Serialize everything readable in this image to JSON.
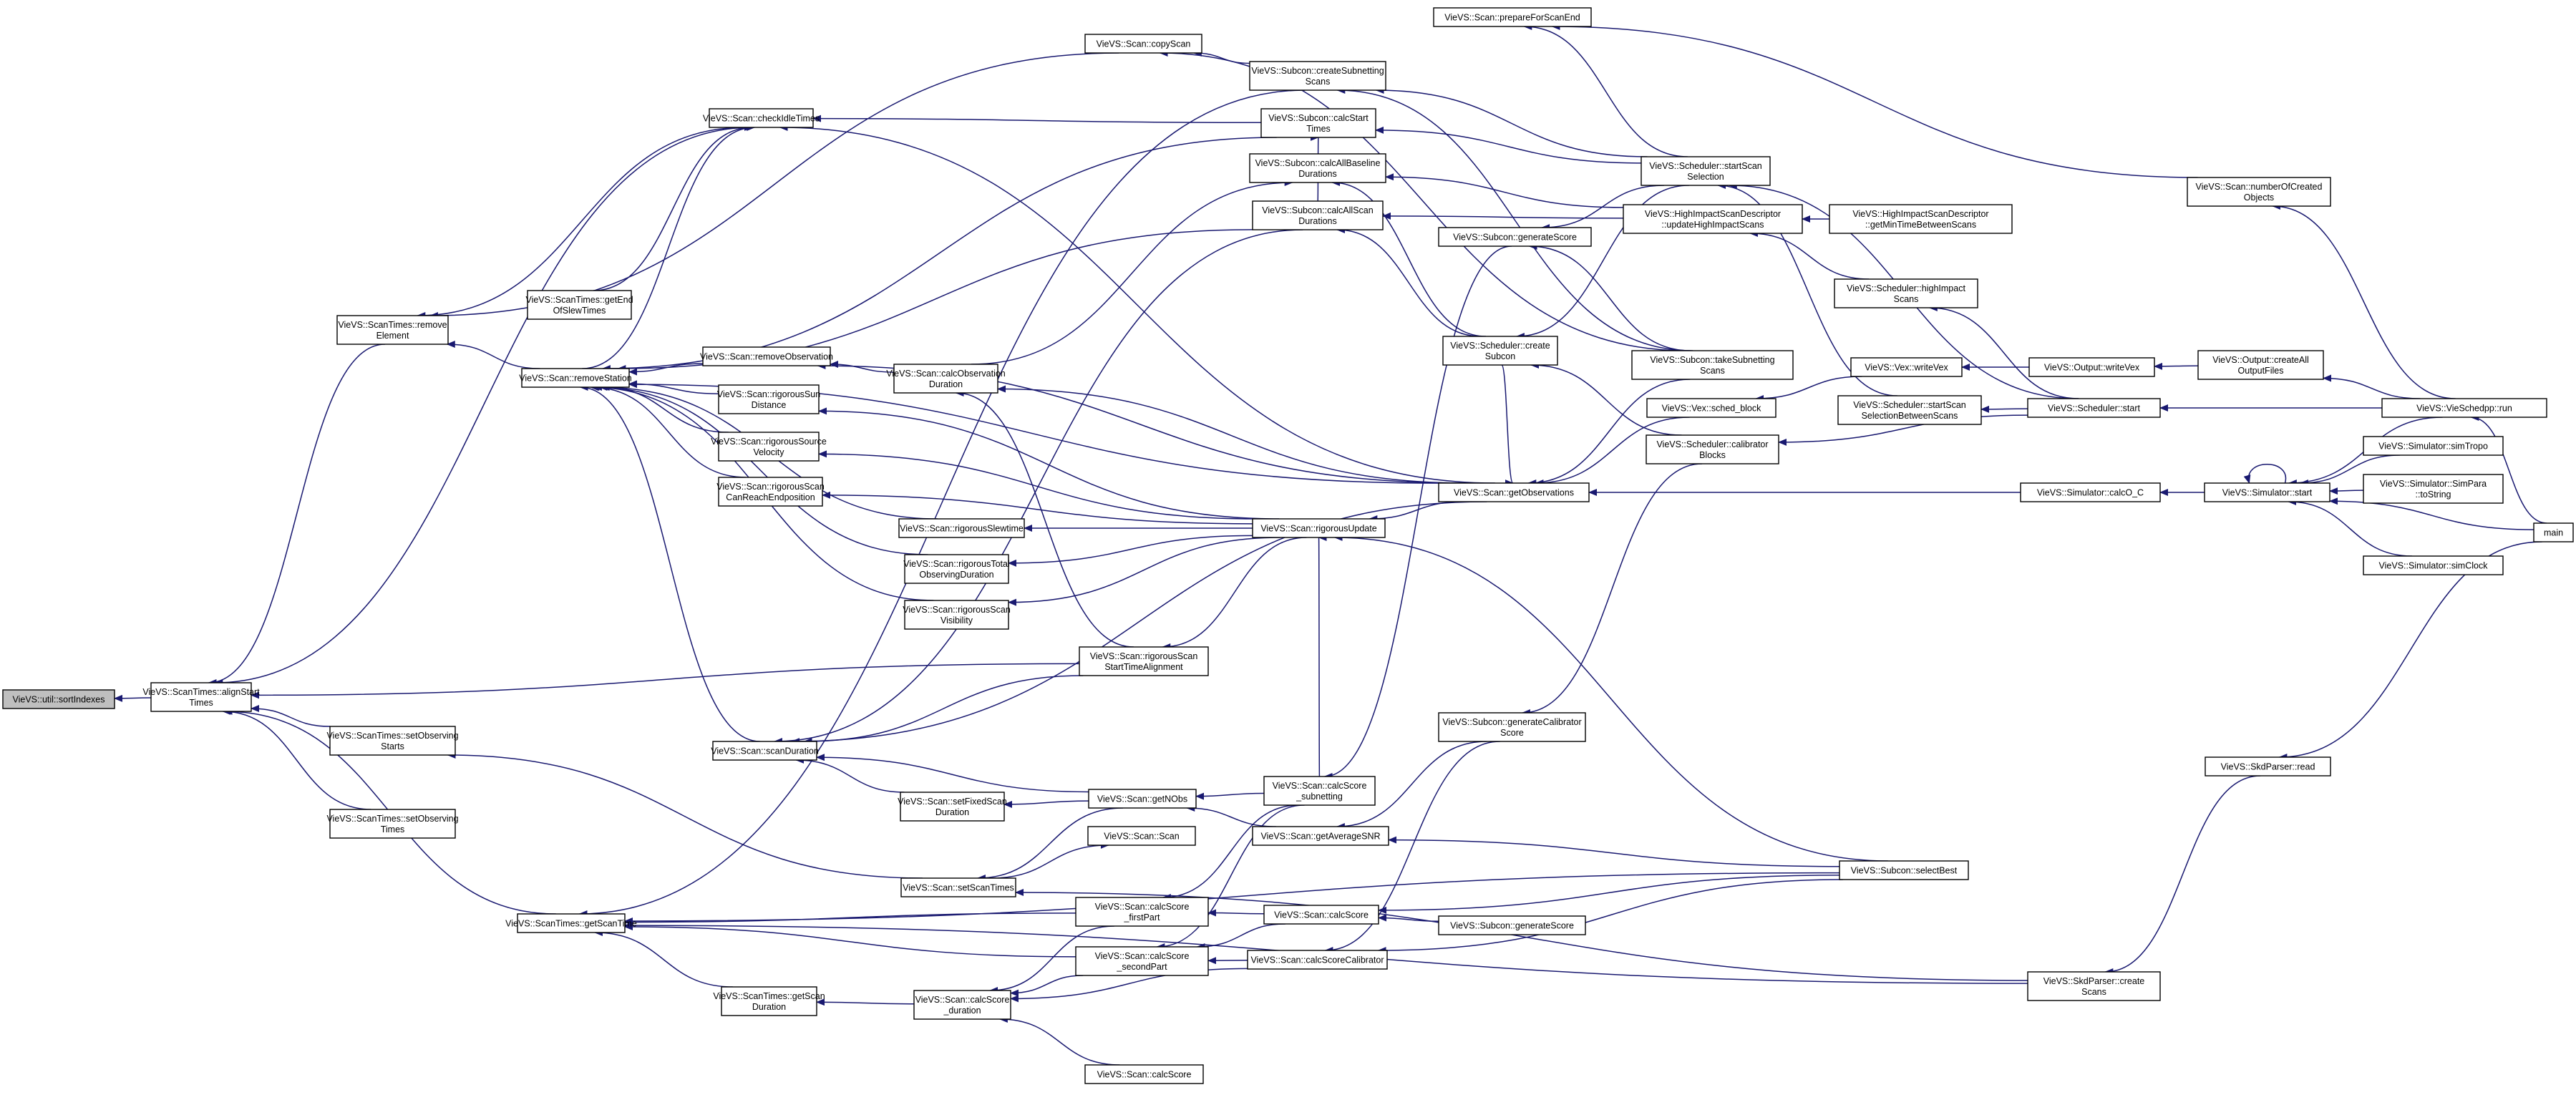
{
  "graph": {
    "node_color": "#ffffff",
    "root_color": "#bfbfbf",
    "edge_color": "#191970",
    "nodes": [
      {
        "id": "sortIndexes",
        "lines": [
          "VieVS::util::sortIndexes"
        ],
        "root": true
      },
      {
        "id": "alignStartTimes",
        "lines": [
          "VieVS::ScanTimes::alignStart",
          "Times"
        ]
      },
      {
        "id": "removeElement",
        "lines": [
          "VieVS::ScanTimes::remove",
          "Element"
        ]
      },
      {
        "id": "setObservingStarts",
        "lines": [
          "VieVS::ScanTimes::setObserving",
          "Starts"
        ]
      },
      {
        "id": "setObservingTimes",
        "lines": [
          "VieVS::ScanTimes::setObserving",
          "Times"
        ]
      },
      {
        "id": "getScanTime",
        "lines": [
          "VieVS::ScanTimes::getScanTime"
        ]
      },
      {
        "id": "getEndOfSlewTimes",
        "lines": [
          "VieVS::ScanTimes::getEnd",
          "OfSlewTimes"
        ]
      },
      {
        "id": "removeStation",
        "lines": [
          "VieVS::Scan::removeStation"
        ]
      },
      {
        "id": "getScanDuration",
        "lines": [
          "VieVS::ScanTimes::getScan",
          "Duration"
        ]
      },
      {
        "id": "checkIdleTimes",
        "lines": [
          "VieVS::Scan::checkIdleTimes"
        ]
      },
      {
        "id": "removeObservation",
        "lines": [
          "VieVS::Scan::removeObservation"
        ]
      },
      {
        "id": "rigorousSunDistance",
        "lines": [
          "VieVS::Scan::rigorousSun",
          "Distance"
        ]
      },
      {
        "id": "rigorousSourceVelocity",
        "lines": [
          "VieVS::Scan::rigorousSource",
          "Velocity"
        ]
      },
      {
        "id": "rigorousScanCanReach",
        "lines": [
          "VieVS::Scan::rigorousScan",
          "CanReachEndposition"
        ]
      },
      {
        "id": "scanDuration",
        "lines": [
          "VieVS::Scan::scanDuration"
        ]
      },
      {
        "id": "copyScan",
        "lines": [
          "VieVS::Scan::copyScan"
        ]
      },
      {
        "id": "calcObservationDuration",
        "lines": [
          "VieVS::Scan::calcObservation",
          "Duration"
        ]
      },
      {
        "id": "rigorousSlewtime",
        "lines": [
          "VieVS::Scan::rigorousSlewtime"
        ]
      },
      {
        "id": "rigorousTotalObs",
        "lines": [
          "VieVS::Scan::rigorousTotal",
          "ObservingDuration"
        ]
      },
      {
        "id": "rigorousScanVisibility",
        "lines": [
          "VieVS::Scan::rigorousScan",
          "Visibility"
        ]
      },
      {
        "id": "setFixedScanDuration",
        "lines": [
          "VieVS::Scan::setFixedScan",
          "Duration"
        ]
      },
      {
        "id": "scanCtor",
        "lines": [
          "VieVS::Scan::Scan"
        ]
      },
      {
        "id": "setScanTimes",
        "lines": [
          "VieVS::Scan::setScanTimes"
        ]
      },
      {
        "id": "calcScoreDuration",
        "lines": [
          "VieVS::Scan::calcScore",
          "_duration"
        ]
      },
      {
        "id": "calcScoreA",
        "lines": [
          "VieVS::Scan::calcScore"
        ]
      },
      {
        "id": "rigorousScanStart",
        "lines": [
          "VieVS::Scan::rigorousScan",
          "StartTimeAlignment"
        ]
      },
      {
        "id": "getNObs",
        "lines": [
          "VieVS::Scan::getNObs"
        ]
      },
      {
        "id": "calcScoreFirstPart",
        "lines": [
          "VieVS::Scan::calcScore",
          "_firstPart"
        ]
      },
      {
        "id": "calcScoreSecondPart",
        "lines": [
          "VieVS::Scan::calcScore",
          "_secondPart"
        ]
      },
      {
        "id": "createSubnettingScans",
        "lines": [
          "VieVS::Subcon::createSubnetting",
          "Scans"
        ]
      },
      {
        "id": "calcStartTimes",
        "lines": [
          "VieVS::Subcon::calcStart",
          "Times"
        ]
      },
      {
        "id": "calcAllBaselineDurations",
        "lines": [
          "VieVS::Subcon::calcAllBaseline",
          "Durations"
        ]
      },
      {
        "id": "calcAllScanDurations",
        "lines": [
          "VieVS::Subcon::calcAllScan",
          "Durations"
        ]
      },
      {
        "id": "rigorousUpdate",
        "lines": [
          "VieVS::Scan::rigorousUpdate"
        ]
      },
      {
        "id": "calcScoreSubnetting",
        "lines": [
          "VieVS::Scan::calcScore",
          "_subnetting"
        ]
      },
      {
        "id": "getAverageSNR",
        "lines": [
          "VieVS::Scan::getAverageSNR"
        ]
      },
      {
        "id": "calcScoreB",
        "lines": [
          "VieVS::Scan::calcScore"
        ]
      },
      {
        "id": "calcScoreCalibrator",
        "lines": [
          "VieVS::Scan::calcScoreCalibrator"
        ]
      },
      {
        "id": "prepareForScanEnd",
        "lines": [
          "VieVS::Scan::prepareForScanEnd"
        ]
      },
      {
        "id": "generateScoreA",
        "lines": [
          "VieVS::Subcon::generateScore"
        ]
      },
      {
        "id": "schedulerCreateSubcon",
        "lines": [
          "VieVS::Scheduler::create",
          "Subcon"
        ]
      },
      {
        "id": "getObservations",
        "lines": [
          "VieVS::Scan::getObservations"
        ]
      },
      {
        "id": "generateCalibratorScore",
        "lines": [
          "VieVS::Subcon::generateCalibrator",
          "Score"
        ]
      },
      {
        "id": "generateScoreB",
        "lines": [
          "VieVS::Subcon::generateScore"
        ]
      },
      {
        "id": "startScanSelection",
        "lines": [
          "VieVS::Scheduler::startScan",
          "Selection"
        ]
      },
      {
        "id": "updateHighImpactScans",
        "lines": [
          "VieVS::HighImpactScanDescriptor",
          "::updateHighImpactScans"
        ]
      },
      {
        "id": "takeSubnettingScans",
        "lines": [
          "VieVS::Subcon::takeSubnetting",
          "Scans"
        ]
      },
      {
        "id": "schedBlock",
        "lines": [
          "VieVS::Vex::sched_block"
        ]
      },
      {
        "id": "calibratorBlocks",
        "lines": [
          "VieVS::Scheduler::calibrator",
          "Blocks"
        ]
      },
      {
        "id": "selectBest",
        "lines": [
          "VieVS::Subcon::selectBest"
        ]
      },
      {
        "id": "getMinTimeBetweenScans",
        "lines": [
          "VieVS::HighImpactScanDescriptor",
          "::getMinTimeBetweenScans"
        ]
      },
      {
        "id": "highImpactScans",
        "lines": [
          "VieVS::Scheduler::highImpact",
          "Scans"
        ]
      },
      {
        "id": "writeVexVex",
        "lines": [
          "VieVS::Vex::writeVex"
        ]
      },
      {
        "id": "startScanSelectionBetween",
        "lines": [
          "VieVS::Scheduler::startScan",
          "SelectionBetweenScans"
        ]
      },
      {
        "id": "schedulerStart",
        "lines": [
          "VieVS::Scheduler::start"
        ]
      },
      {
        "id": "calcOC",
        "lines": [
          "VieVS::Simulator::calcO_C"
        ]
      },
      {
        "id": "createScans",
        "lines": [
          "VieVS::SkdParser::create",
          "Scans"
        ]
      },
      {
        "id": "numberOfCreatedObjects",
        "lines": [
          "VieVS::Scan::numberOfCreated",
          "Objects"
        ]
      },
      {
        "id": "outputWriteVex",
        "lines": [
          "VieVS::Output::writeVex"
        ]
      },
      {
        "id": "createAllOutputFiles",
        "lines": [
          "VieVS::Output::createAll",
          "OutputFiles"
        ]
      },
      {
        "id": "simulatorStart",
        "lines": [
          "VieVS::Simulator::start"
        ]
      },
      {
        "id": "skdParserRead",
        "lines": [
          "VieVS::SkdParser::read"
        ]
      },
      {
        "id": "simTropo",
        "lines": [
          "VieVS::Simulator::simTropo"
        ]
      },
      {
        "id": "simParaToString",
        "lines": [
          "VieVS::Simulator::SimPara",
          "::toString"
        ]
      },
      {
        "id": "simClock",
        "lines": [
          "VieVS::Simulator::simClock"
        ]
      },
      {
        "id": "vieSchedppRun",
        "lines": [
          "VieVS::VieSchedpp::run"
        ]
      },
      {
        "id": "main",
        "lines": [
          "main"
        ]
      }
    ],
    "edges": [
      [
        "alignStartTimes",
        "sortIndexes"
      ],
      [
        "removeElement",
        "alignStartTimes"
      ],
      [
        "setObservingStarts",
        "alignStartTimes"
      ],
      [
        "setObservingTimes",
        "alignStartTimes"
      ],
      [
        "getScanTime",
        "alignStartTimes"
      ],
      [
        "checkIdleTimes",
        "alignStartTimes"
      ],
      [
        "rigorousScanStart",
        "alignStartTimes"
      ],
      [
        "checkIdleTimes",
        "removeElement"
      ],
      [
        "removeStation",
        "removeElement"
      ],
      [
        "copyScan",
        "removeElement"
      ],
      [
        "getEndOfSlewTimes",
        "checkIdleTimes"
      ],
      [
        "removeStation",
        "checkIdleTimes"
      ],
      [
        "calcStartTimes",
        "checkIdleTimes"
      ],
      [
        "getObservations",
        "checkIdleTimes"
      ],
      [
        "removeObservation",
        "removeStation"
      ],
      [
        "rigorousSunDistance",
        "removeStation"
      ],
      [
        "rigorousSourceVelocity",
        "removeStation"
      ],
      [
        "rigorousScanCanReach",
        "removeStation"
      ],
      [
        "rigorousSlewtime",
        "removeStation"
      ],
      [
        "rigorousTotalObs",
        "removeStation"
      ],
      [
        "rigorousScanVisibility",
        "removeStation"
      ],
      [
        "scanDuration",
        "removeStation"
      ],
      [
        "calcStartTimes",
        "removeStation"
      ],
      [
        "calcAllScanDurations",
        "removeStation"
      ],
      [
        "getObservations",
        "removeStation"
      ],
      [
        "calcObservationDuration",
        "removeObservation"
      ],
      [
        "getObservations",
        "removeObservation"
      ],
      [
        "rigorousUpdate",
        "rigorousSunDistance"
      ],
      [
        "rigorousUpdate",
        "rigorousSourceVelocity"
      ],
      [
        "rigorousUpdate",
        "rigorousScanCanReach"
      ],
      [
        "rigorousUpdate",
        "rigorousSlewtime"
      ],
      [
        "rigorousUpdate",
        "rigorousTotalObs"
      ],
      [
        "rigorousUpdate",
        "rigorousScanVisibility"
      ],
      [
        "getObservations",
        "calcObservationDuration"
      ],
      [
        "calcObservationDuration",
        "calcAllBaselineDurations"
      ],
      [
        "rigorousScanStart",
        "calcObservationDuration"
      ],
      [
        "rigorousUpdate",
        "rigorousScanStart"
      ],
      [
        "setFixedScanDuration",
        "scanDuration"
      ],
      [
        "rigorousScanStart",
        "scanDuration"
      ],
      [
        "getNObs",
        "scanDuration"
      ],
      [
        "getObservations",
        "scanDuration"
      ],
      [
        "calcAllScanDurations",
        "scanDuration"
      ],
      [
        "getNObs",
        "setFixedScanDuration"
      ],
      [
        "setScanTimes",
        "setObservingStarts"
      ],
      [
        "setScanTimes",
        "scanCtor"
      ],
      [
        "getNObs",
        "setScanTimes"
      ],
      [
        "createScans",
        "setScanTimes"
      ],
      [
        "calcScoreDuration",
        "getScanDuration"
      ],
      [
        "getScanDuration",
        "getScanTime"
      ],
      [
        "calcScoreFirstPart",
        "getScanTime"
      ],
      [
        "calcScoreSecondPart",
        "getScanTime"
      ],
      [
        "selectBest",
        "getScanTime"
      ],
      [
        "createScans",
        "getScanTime"
      ],
      [
        "calcScoreA",
        "calcScoreDuration"
      ],
      [
        "calcScoreFirstPart",
        "calcScoreDuration"
      ],
      [
        "calcScoreSecondPart",
        "calcScoreDuration"
      ],
      [
        "calcScoreCalibrator",
        "calcScoreDuration"
      ],
      [
        "calcScoreSubnetting",
        "calcScoreFirstPart"
      ],
      [
        "calcScoreB",
        "calcScoreFirstPart"
      ],
      [
        "calcScoreSubnetting",
        "calcScoreSecondPart"
      ],
      [
        "calcScoreB",
        "calcScoreSecondPart"
      ],
      [
        "calcScoreCalibrator",
        "calcScoreSecondPart"
      ],
      [
        "getAverageSNR",
        "getNObs"
      ],
      [
        "calcScoreSubnetting",
        "getNObs"
      ],
      [
        "createSubnettingScans",
        "copyScan"
      ],
      [
        "takeSubnettingScans",
        "copyScan"
      ],
      [
        "createSubnettingScans",
        "getScanTime"
      ],
      [
        "calcAllScanDurations",
        "calcStartTimes"
      ],
      [
        "startScanSelection",
        "calcStartTimes"
      ],
      [
        "takeSubnettingScans",
        "createSubnettingScans"
      ],
      [
        "startScanSelection",
        "createSubnettingScans"
      ],
      [
        "schedulerCreateSubcon",
        "calcAllBaselineDurations"
      ],
      [
        "updateHighImpactScans",
        "calcAllBaselineDurations"
      ],
      [
        "schedulerCreateSubcon",
        "calcAllScanDurations"
      ],
      [
        "updateHighImpactScans",
        "calcAllScanDurations"
      ],
      [
        "getObservations",
        "rigorousUpdate"
      ],
      [
        "selectBest",
        "rigorousUpdate"
      ],
      [
        "calcScoreSubnetting",
        "rigorousUpdate"
      ],
      [
        "generateScoreA",
        "calcScoreSubnetting"
      ],
      [
        "selectBest",
        "getAverageSNR"
      ],
      [
        "generateCalibratorScore",
        "getAverageSNR"
      ],
      [
        "generateScoreB",
        "calcScoreB"
      ],
      [
        "selectBest",
        "calcScoreB"
      ],
      [
        "generateCalibratorScore",
        "calcScoreCalibrator"
      ],
      [
        "selectBest",
        "calcScoreCalibrator"
      ],
      [
        "startScanSelection",
        "prepareForScanEnd"
      ],
      [
        "numberOfCreatedObjects",
        "prepareForScanEnd"
      ],
      [
        "schedulerCreateSubcon",
        "getObservations"
      ],
      [
        "calcOC",
        "getObservations"
      ],
      [
        "schedBlock",
        "getObservations"
      ],
      [
        "takeSubnettingScans",
        "getObservations"
      ],
      [
        "calibratorBlocks",
        "generateCalibratorScore"
      ],
      [
        "takeSubnettingScans",
        "generateScoreA"
      ],
      [
        "startScanSelection",
        "generateScoreA"
      ],
      [
        "startScanSelection",
        "schedulerCreateSubcon"
      ],
      [
        "calibratorBlocks",
        "schedulerCreateSubcon"
      ],
      [
        "startScanSelectionBetween",
        "startScanSelection"
      ],
      [
        "schedulerStart",
        "startScanSelection"
      ],
      [
        "getMinTimeBetweenScans",
        "updateHighImpactScans"
      ],
      [
        "highImpactScans",
        "updateHighImpactScans"
      ],
      [
        "schedulerStart",
        "highImpactScans"
      ],
      [
        "writeVexVex",
        "schedBlock"
      ],
      [
        "outputWriteVex",
        "writeVexVex"
      ],
      [
        "createAllOutputFiles",
        "outputWriteVex"
      ],
      [
        "schedulerStart",
        "startScanSelectionBetween"
      ],
      [
        "schedulerStart",
        "calibratorBlocks"
      ],
      [
        "vieSchedppRun",
        "schedulerStart"
      ],
      [
        "vieSchedppRun",
        "createAllOutputFiles"
      ],
      [
        "vieSchedppRun",
        "numberOfCreatedObjects"
      ],
      [
        "simulatorStart",
        "calcOC"
      ],
      [
        "simulatorStart",
        "simulatorStart"
      ],
      [
        "simTropo",
        "simulatorStart"
      ],
      [
        "simParaToString",
        "simulatorStart"
      ],
      [
        "simClock",
        "simulatorStart"
      ],
      [
        "main",
        "simulatorStart"
      ],
      [
        "vieSchedppRun",
        "simulatorStart"
      ],
      [
        "main",
        "vieSchedppRun"
      ],
      [
        "main",
        "skdParserRead"
      ],
      [
        "skdParserRead",
        "createScans"
      ]
    ]
  }
}
